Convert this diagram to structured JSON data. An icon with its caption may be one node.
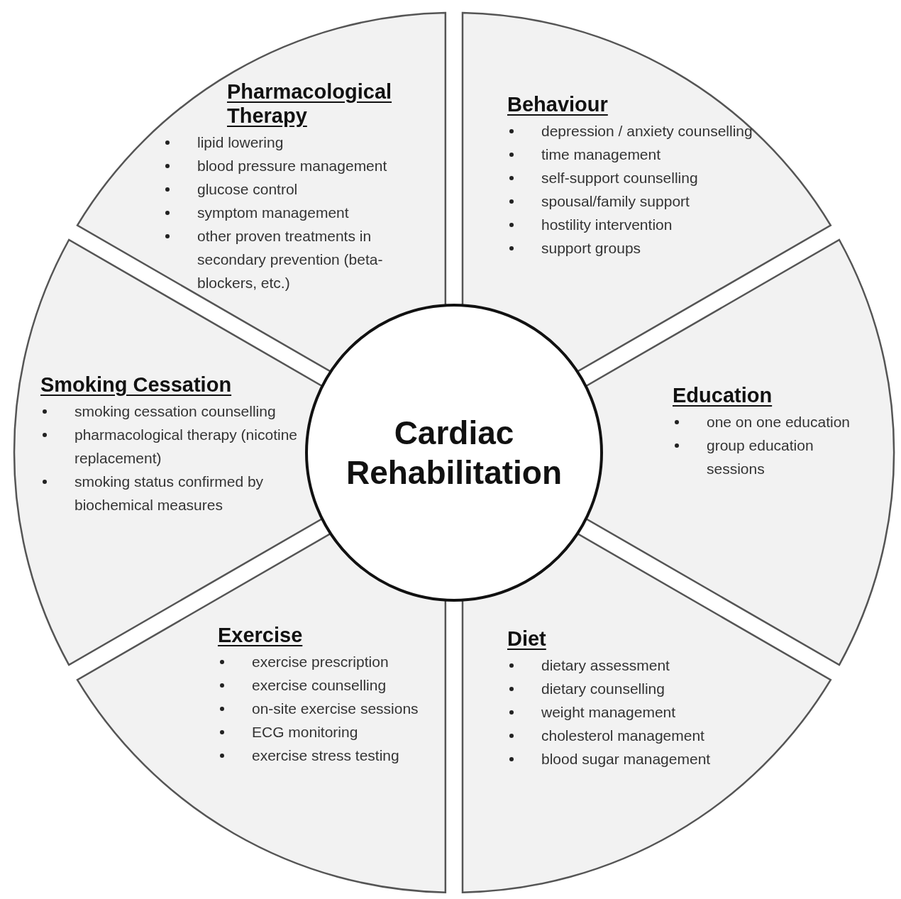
{
  "diagram": {
    "nodes": [
      {
        "text": [
          "Cardiac Rehabilitation"
        ]
      },
      {
        "text": [
          "Pharmacological Therapy",
          "lipid lowering",
          "blood pressure management",
          "glucose control",
          "symptom management",
          "other proven treatments in secondary prevention (beta-blockers, etc.)"
        ]
      },
      {
        "text": [
          "Behaviour",
          "depression / anxiety counselling",
          "time management",
          "self-support counselling",
          "spousal/family support",
          "hostility intervention",
          "support groups"
        ]
      },
      {
        "text": [
          "Smoking Cessation",
          "smoking cessation counselling",
          "pharmacological therapy (nicotine replacement)",
          "smoking status confirmed by biochemical measures"
        ]
      },
      {
        "text": [
          "Education",
          "one on one education",
          "group education sessions"
        ]
      },
      {
        "text": [
          "Exercise",
          "exercise prescription",
          "exercise counselling",
          "on-site exercise sessions",
          "ECG monitoring",
          "exercise stress testing"
        ]
      },
      {
        "text": [
          "Diet",
          "dietary assessment",
          "dietary counselling",
          "weight management",
          "cholesterol management",
          "blood sugar management"
        ]
      }
    ]
  }
}
